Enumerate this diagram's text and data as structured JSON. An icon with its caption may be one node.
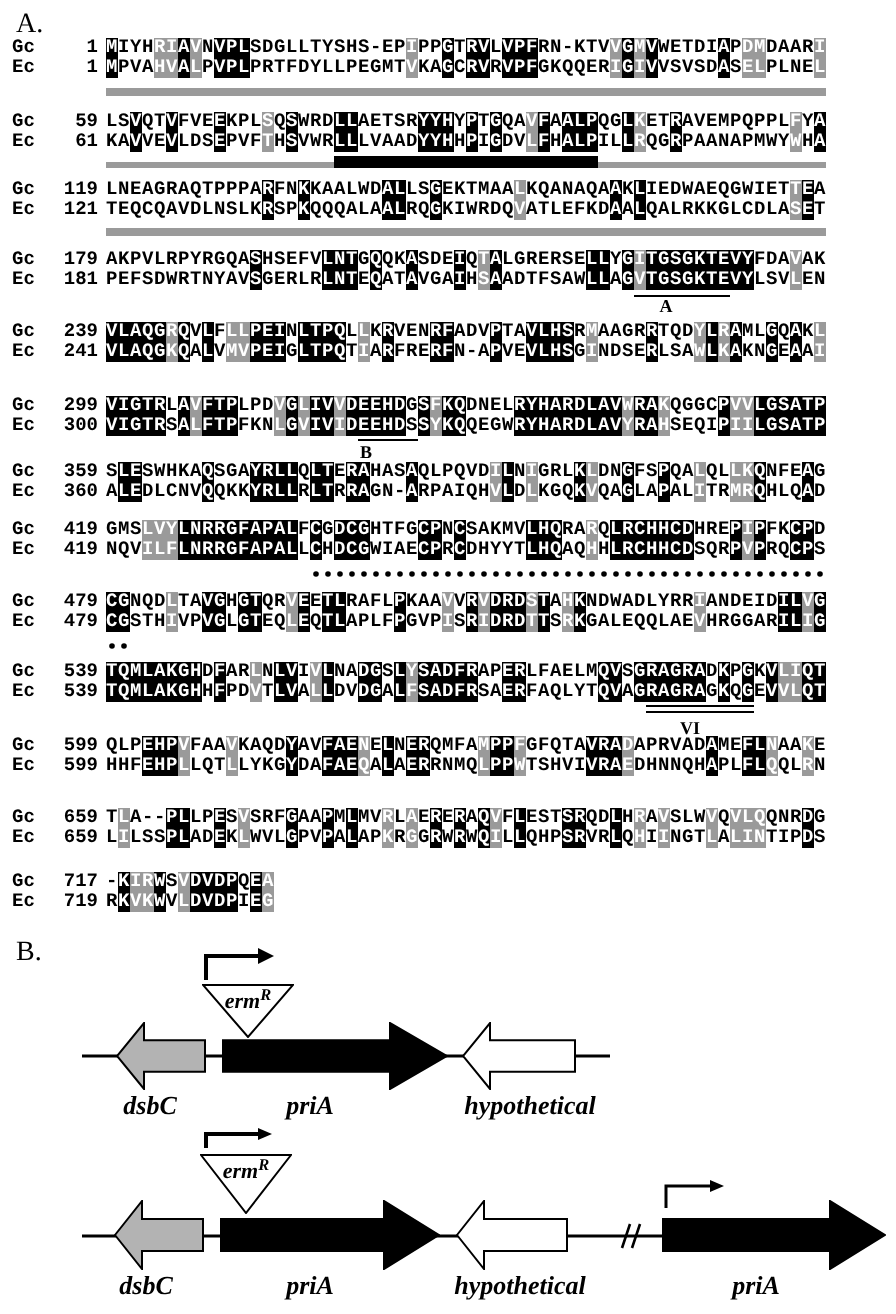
{
  "diagram": {
    "nodes": [
      {
        "text": [
          "erm$^{R}$"
        ]
      },
      {
        "text": [
          "dsbC"
        ]
      },
      {
        "text": [
          "priA"
        ]
      },
      {
        "text": [
          "hypothetical"
        ]
      },
      {
        "text": [
          "erm$^{R}$"
        ]
      },
      {
        "text": [
          "dsbC"
        ]
      },
      {
        "text": [
          "priA"
        ]
      },
      {
        "text": [
          "hypothetical"
        ]
      },
      {
        "text": [
          "priA"
        ]
      }
    ],
    "labels": [
      "A.",
      "Gc",
      "1",
      "MIYHRIAVNVPLSDGLLTYSHS-EPIPPGTRVLVPFRN-KTVVGMVWETDIAPDMDAARI",
      "Ec",
      "1",
      "MPVAHVALPVPLPRTFDYLLPEGMTVKAGCRVRVPFGKQQERIGIVVSVSDASELPLNEL",
      "Gc",
      "59",
      "LSVQTVFVEEKPLSQSWRDLLAETSRYYHYPTGQAVFAALPQGLKETRAVEMPQPPLFYA",
      "Ec",
      "61",
      "KAVVEVLDSEPVFTHSVWRLLLVAADYYHHPIGDVLFHALPILLRQGRPAANAPMWYWHA",
      "Gc",
      "119",
      "LNEAGRAQTPPPARFNKKAALWDALLSGEKTMAALKQANAQAAKLIEDWAEQGWIETTEA",
      "Ec",
      "121",
      "TEQCQAVDLNSLKRSPKQQQALAALRQGKIWRDQVATLEFKDAALQALRKKGLCDLASET",
      "Gc",
      "179",
      "AKPVLRPYRGQASHSEFVLNTGQQKASDEIQTALGRERSELLYGITGSGKTEVYFDAVAK",
      "Ec",
      "181",
      "PEFSDWRTNYAVSGERLRLNTEQATAVGAIHSAADTFSAWLLAGVTGSGKTEVYLSVLEN",
      "Gc",
      "239",
      "VLAQGRQVLFLLPEINLTPQLLKRVENRFADVPTAVLHSRMAAGRRTQDYLRAMLGQAKL",
      "Ec",
      "241",
      "VLAQGKQALVMVPEIGLTPQTIARFRERFN-APVEVLHSGINDSERLSAWLKAKNGEAAI",
      "Gc",
      "299",
      "VIGTRLAVFTPLPDVGLIVVDEEHDGSFKQDNELRYHARDLAVWRAKQGGCPVVLGSATP",
      "Ec",
      "300",
      "VIGTRSALFTPFKNLGVIVIDEEHDSSYKQQEGWRYHARDLAVYRAHSEQIPIILGSATP",
      "Gc",
      "359",
      "SLESWHKAQSGAYRLLQLTERAHASAQLPQVDILNIGRLKLDNGFSPQALQLLKQNFEAG",
      "Ec",
      "360",
      "ALEDLCNVQQKKYRLLRLTRRAGN-ARPAIQHVLDLKGQKVQAGLAPALITRMRQHLQAD",
      "Gc",
      "419",
      "GMSLVYLNRRGFAPALFCGDCGHTFGCPNCSAKMVLHQRARQLRCHHCDHREPIPFKCPD",
      "Ec",
      "419",
      "NQVILFLNRRGFAPALLCHDCGWIAECPRCDHYYTLHQAQHHLRCHHCDSQRPVPRQCPS",
      "Gc",
      "479",
      "CGNQDLTAVGHGTQRVEETLRAFLPKAAVVRVDRDSTAHKNDWADLYRRIANDEIDILVG",
      "Ec",
      "479",
      "CGSTHIVPVGLGTEQLEQTLAPLFPGVPISRIDRDTTSRKGALEQQLAEVHRGGARILIG",
      "Gc",
      "539",
      "TQMLAKGHDFARLNLVIVLNADGSLYSADFRAPERLFAELMQVSGRAGRADKPGKVLIQT",
      "Ec",
      "539",
      "TQMLAKGHHFPDVTLVALLDVDGALFSADFRSAERFAQLYTQVAGRAGRAGKQGEVVLQT",
      "Gc",
      "599",
      "QLPEHPVFAAVKAQDYAVFAENELNERQMFAMPPFGFQTAVRADAPRVADAMEFLNAAKE",
      "Ec",
      "599",
      "HHFEHPLLQTLLYKGYDAFAEQALAERRNMQLPPWTSHVIVRAEDHNNQHAPLFLQQLRN",
      "Gc",
      "659",
      "TLA--PLLPESVSRFGAAPMLMVRLAERERAQVFLESTSRQDLHRAVSLWVQVLQQNRDG",
      "Ec",
      "659",
      "LILSSPLADEKLWVLGPVPALAPKRGGRWRWQILLQHPSRVRLQHIINGTLALINTIPDS",
      "Gc",
      "717",
      "-KIRWSVDVDPQEA",
      "Ec",
      "719",
      "RKVKWVLDVDPIEG",
      "A",
      "B",
      "VI",
      "B."
    ]
  }
}
